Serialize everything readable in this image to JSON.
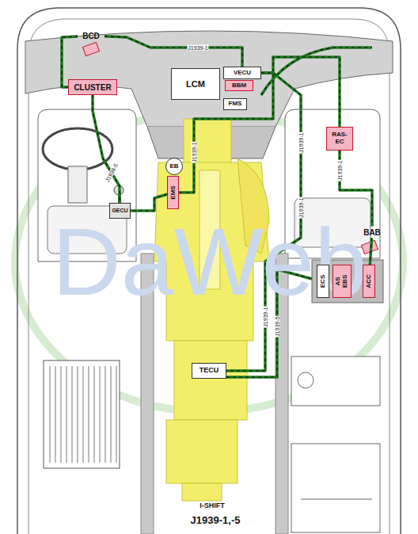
{
  "diagram": {
    "nodes": [
      {
        "text": [
          "BCD"
        ]
      },
      {
        "text": [
          "CLUSTER"
        ]
      },
      {
        "text": [
          "LCM"
        ]
      },
      {
        "text": [
          "VECU"
        ]
      },
      {
        "text": [
          "BBM"
        ]
      },
      {
        "text": [
          "FMS"
        ]
      },
      {
        "text": [
          "EB"
        ]
      },
      {
        "text": [
          "EMS"
        ]
      },
      {
        "text": [
          "GECU"
        ]
      },
      {
        "text": [
          "RAS-EC"
        ]
      },
      {
        "text": [
          "BAB"
        ]
      },
      {
        "text": [
          "ECS"
        ]
      },
      {
        "text": [
          "AS EBS"
        ]
      },
      {
        "text": [
          "ACC"
        ]
      },
      {
        "text": [
          "TECU"
        ]
      }
    ],
    "edges": [
      {
        "from": 1,
        "to": 0,
        "arrow": "none"
      },
      {
        "from": 0,
        "to": 3,
        "arrow": "none"
      },
      {
        "from": 3,
        "to": 9,
        "arrow": "none"
      },
      {
        "from": 3,
        "to": 7,
        "arrow": "none"
      },
      {
        "from": 7,
        "to": 8,
        "arrow": "none"
      },
      {
        "from": 1,
        "to": 8,
        "arrow": "none"
      },
      {
        "from": 9,
        "to": 10,
        "arrow": "none"
      },
      {
        "from": 10,
        "to": 13,
        "arrow": "none"
      },
      {
        "from": 3,
        "to": 14,
        "arrow": "none"
      }
    ],
    "labels": [
      "J1939-1",
      "J1939-1",
      "J1939-1",
      "J1939-1",
      "J1939-5",
      "J1939-1",
      "J1939-1",
      "J1939-5",
      "I-SHIFT",
      "J1939-1,-5",
      "DaWeb"
    ]
  }
}
